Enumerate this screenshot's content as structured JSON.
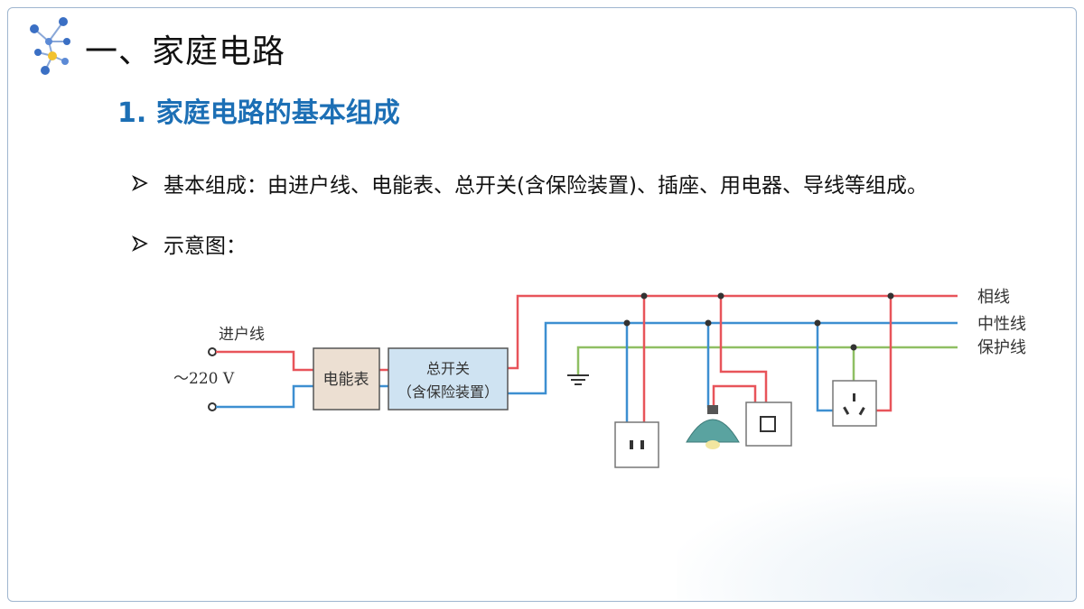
{
  "slide": {
    "title": "一、家庭电路",
    "subtitle": "1.  家庭电路的基本组成",
    "bullets": [
      "基本组成：由进户线、电能表、总开关(含保险装置)、插座、用电器、导线等组成。",
      "示意图："
    ]
  },
  "diagram": {
    "incoming_label": "进户线",
    "voltage_label": "～220 V",
    "meter_label": "电能表",
    "main_switch_line1": "总开关",
    "main_switch_line2": "（含保险装置）",
    "wire_labels": [
      "相线",
      "中性线",
      "保护线"
    ],
    "colors": {
      "phase": "#e8545a",
      "neutral": "#3d8fd1",
      "protective": "#8fbf63",
      "meter_fill": "#ecdfd2",
      "switch_fill": "#cfe3f2",
      "lamp_fill": "#5aa3a0",
      "title_blue": "#1c6fb5"
    }
  }
}
